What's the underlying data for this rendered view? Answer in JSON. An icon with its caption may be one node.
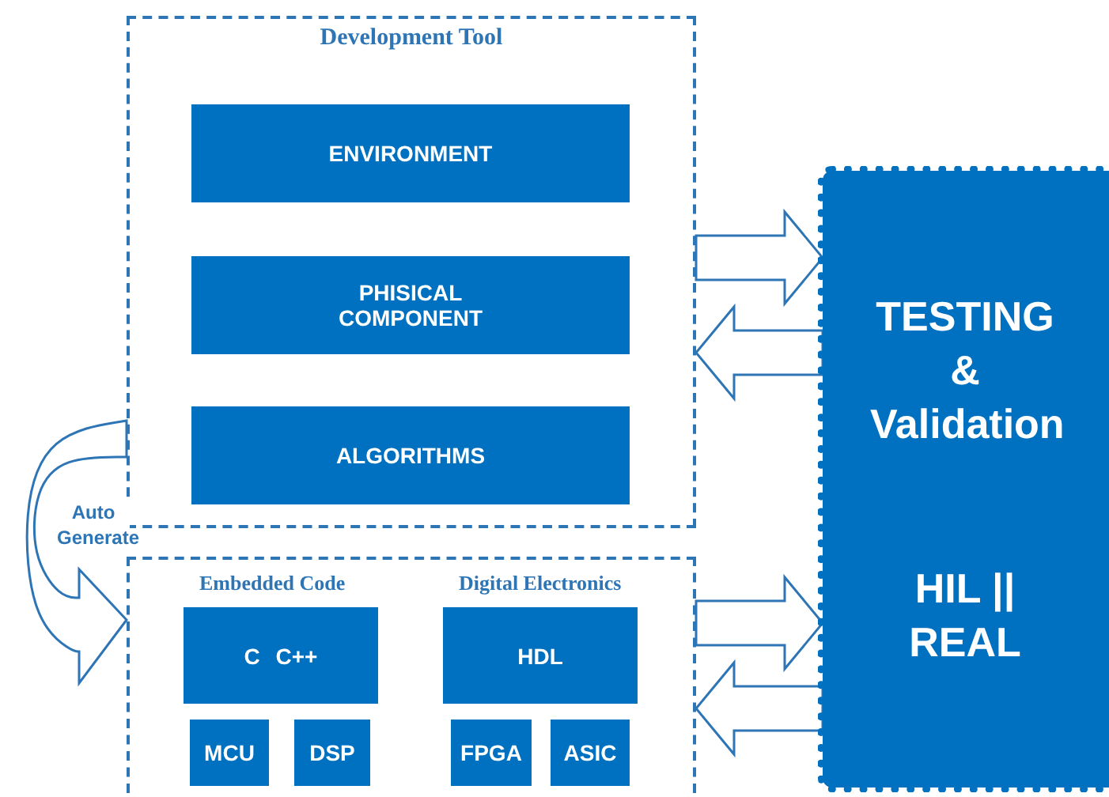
{
  "diagram": {
    "nodes": [
      {
        "text": [
          "Development Tool"
        ]
      },
      {
        "text": [
          "ENVIRONMENT"
        ],
        "in": 0
      },
      {
        "text": [
          "PHISICAL COMPONENT"
        ],
        "in": 0
      },
      {
        "text": [
          "ALGORITHMS"
        ],
        "in": 0
      },
      {
        "text": [],
        "shape": "box"
      },
      {
        "text": [
          "C C++"
        ],
        "in": 4,
        "beside": [
          "Embedded Code"
        ]
      },
      {
        "text": [
          "MCU"
        ],
        "in": 4
      },
      {
        "text": [
          "DSP"
        ],
        "in": 4
      },
      {
        "text": [
          "HDL"
        ],
        "in": 4,
        "beside": [
          "Digital Electronics"
        ]
      },
      {
        "text": [
          "FPGA"
        ],
        "in": 4
      },
      {
        "text": [
          "ASIC"
        ],
        "in": 4
      },
      {
        "text": [
          "TESTING & Validation",
          "HIL || REAL"
        ]
      }
    ],
    "edges": [
      {
        "from": 0,
        "to": 4,
        "arrow": "to",
        "label": "Auto Generate"
      },
      {
        "from": 0,
        "to": 11,
        "arrow": "to"
      },
      {
        "from": 11,
        "to": 0,
        "arrow": "to"
      },
      {
        "from": 4,
        "to": 11,
        "arrow": "to"
      },
      {
        "from": 11,
        "to": 4,
        "arrow": "to"
      }
    ]
  }
}
